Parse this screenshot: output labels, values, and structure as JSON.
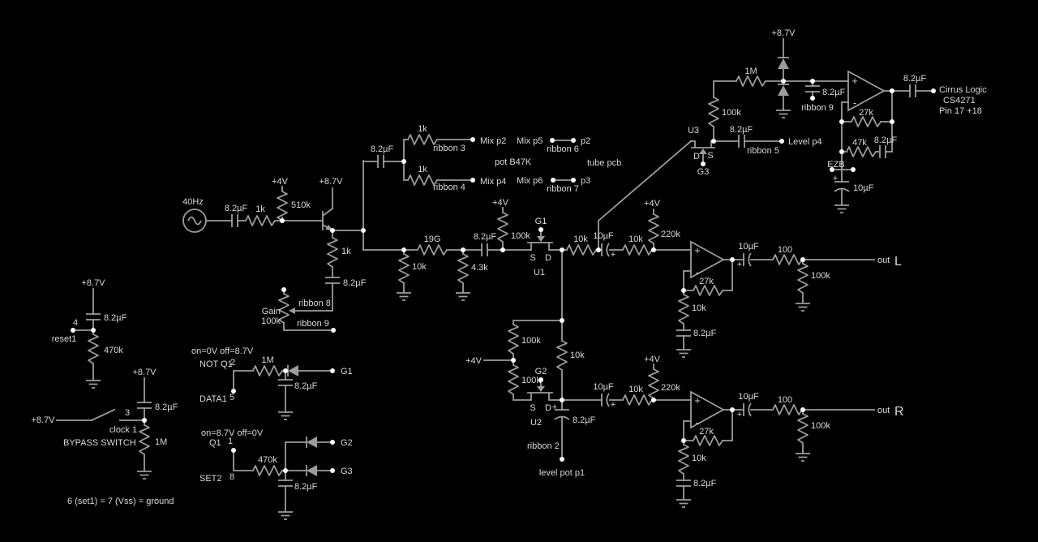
{
  "colors": {
    "background": "#000000",
    "wire": "#9c9c9c",
    "text": "#d9d9d9",
    "node_dot": "#ffffff"
  },
  "v": {
    "plus": "+",
    "minus": "-",
    "s": "S",
    "d": "D",
    "r1k": "1k",
    "r43": "4.3k",
    "r10k": "10k",
    "r19g": "19G",
    "r27k": "27k",
    "r47k": "47k",
    "r100": "100",
    "r100k": "100k",
    "r220k": "220k",
    "r470k": "470k",
    "r510k": "510k",
    "r1m": "1M",
    "c82": "8.2µF",
    "c10": "10µF",
    "v4": "+4V",
    "v87": "+8.7V"
  },
  "src": {
    "freq": "40Hz"
  },
  "fets": {
    "u1": "U1",
    "u2": "U2",
    "u3": "U3",
    "g1": "G1",
    "g2": "G2",
    "g3": "G3"
  },
  "pot": {
    "name": "Gain",
    "value": "100k",
    "pot_label": "pot B47K"
  },
  "ribbons": {
    "r2": "ribbon 2",
    "r3": "ribbon 3",
    "r4": "ribbon 4",
    "r5": "ribbon 5",
    "r6": "ribbon 6",
    "r7": "ribbon 7",
    "r8": "ribbon 8",
    "r9": "ribbon 9"
  },
  "mix": {
    "p2": "Mix p2",
    "p4": "Mix p4",
    "p5": "Mix p5",
    "p6": "Mix p6",
    "pp2": "p2",
    "pp3": "p3",
    "tube": "tube pcb"
  },
  "outs": {
    "out": "out",
    "l": "L",
    "r": "R",
    "level_p4": "Level p4",
    "level_pot": "level pot p1",
    "cirrus1": "Cirrus Logic",
    "cirrus2": "CS4271",
    "cirrus3": "Pin 17 +18",
    "ezb": "EZB"
  },
  "ctl": {
    "cond_not": "on=0V off=8.7V",
    "cond_q1": "on=8.7V off=0V",
    "not_q1": "NOT Q1",
    "q1": "Q1",
    "data1": "DATA1",
    "set2": "SET2",
    "reset1": "reset1",
    "clock1": "clock 1",
    "bypass": "BYPASS SWITCH",
    "note": "6 (set1) = 7 (Vss) = ground",
    "pin1": "1",
    "pin2": "2",
    "pin3": "3",
    "pin4": "4",
    "pin5": "5",
    "pin8": "8"
  }
}
